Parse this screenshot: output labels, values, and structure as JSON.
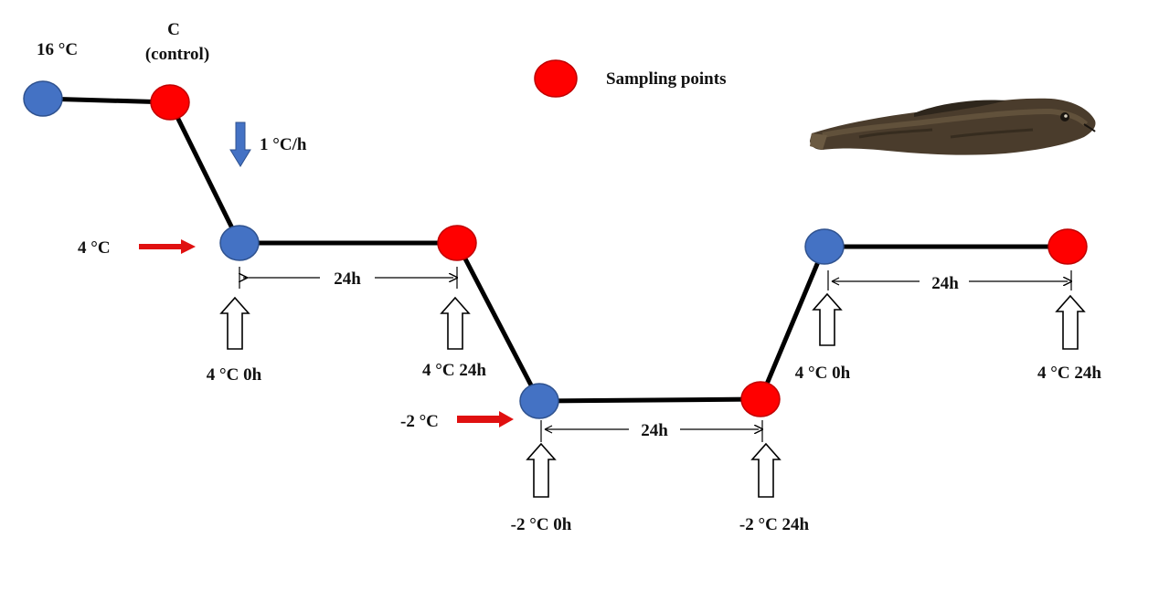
{
  "labels": {
    "start_temp": "16 °C",
    "control_line1": "C",
    "control_line2": "(control)",
    "legend": "Sampling points",
    "rate": "1 °C/h",
    "temp_4": "4 °C",
    "temp_neg2": "-2 °C",
    "duration_1": "24h",
    "duration_2": "24h",
    "duration_3": "24h",
    "sample_4c_0h_first": "4 °C 0h",
    "sample_4c_24h_first": "4 °C 24h",
    "sample_neg2c_0h": "-2 °C 0h",
    "sample_neg2c_24h": "-2 °C 24h",
    "sample_4c_0h_second": "4 °C 0h",
    "sample_4c_24h_second": "4 °C 24h"
  },
  "colors": {
    "line": "#000000",
    "blue_node": "#4472c4",
    "red_node": "#ff0000",
    "red_arrow": "#e01010",
    "rate_arrow": "#4472c4",
    "fish_dark": "#3b3226",
    "fish_light": "#6b5a42"
  },
  "icons": {
    "fish": "fish-photo",
    "temperature_arrows": "right-arrow-icon",
    "rate_arrow": "down-arrow-icon",
    "sample_arrows": "up-hollow-arrow-icon"
  }
}
